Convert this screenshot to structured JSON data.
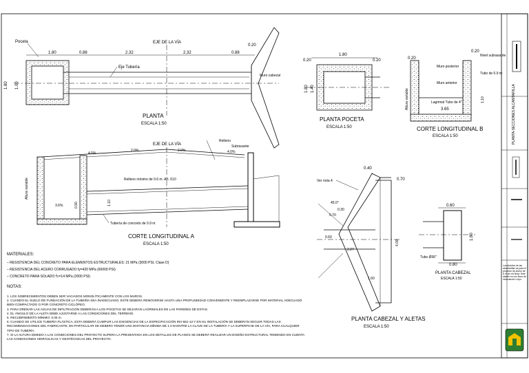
{
  "plan": {
    "title": "PLANTA",
    "scale": "ESCALA 1:50",
    "axis_label": "EJE DE LA VÍA",
    "pocet_label": "Poceta",
    "tube_label": "Eje Tubería",
    "wall_label": "Muro cabezal",
    "dims": [
      "1.80",
      "0.88",
      "2.32",
      "2.32",
      "0.88",
      "0.20"
    ],
    "vert_dims": [
      "1.80",
      "1.00"
    ]
  },
  "pocet_plan": {
    "title": "PLANTA POCETA",
    "scale": "ESCALA 1:50",
    "dims": [
      "1.80",
      "0.20",
      "0.20"
    ],
    "vert_dims": [
      "1.80",
      "1.40"
    ]
  },
  "section_b": {
    "title": "CORTE LONGITUDINAL B",
    "scale": "ESCALA 1:50",
    "labels": [
      "Muro posterior",
      "Muro anterior",
      "Lagrimal Tubo de 4\"",
      "Nivel subrasante",
      "Tubo de 0.9 m"
    ],
    "dims": [
      "0.20",
      "3.65",
      "0.20"
    ],
    "vert_dims": [
      "Altura variable",
      "1.10"
    ]
  },
  "section_a": {
    "title": "CORTE LONGITUDINAL A",
    "scale": "ESCALA 1:50",
    "axis_label": "EJE DE LA VÍA",
    "labels": [
      "Relleno",
      "Subrasante",
      "Relleno mínimo de 0.6 m. Art. 610",
      "Tubería de concreto de 0.9 m"
    ],
    "slopes": [
      "4.0%",
      "2.0%",
      "2.0%",
      "4.0%",
      "3.6%"
    ],
    "vert_dims": [
      "Altura variable",
      "1.10",
      "0.90"
    ]
  },
  "headwall": {
    "title": "PLANTA CABEZAL Y ALETAS",
    "scale": "ESCALA 1:50",
    "labels": [
      "Ver nota 4"
    ],
    "dims": [
      "0.40",
      "0.70",
      "45.0°",
      "0.30",
      "0.70",
      "0.60",
      "2.27",
      "4.09",
      "1.60"
    ]
  },
  "headwall_plan": {
    "title": "PLANTA CABEZAL",
    "scale": "ESCALA 1:50",
    "labels": [
      "Tubo Ø36\""
    ],
    "dims": [
      "0.60",
      "0.80",
      "1.80"
    ]
  },
  "materials": {
    "heading": "MATERIALES:",
    "items": [
      "RESISTENCIA DEL CONCRETO PARA ELEMENTOS ESTRUCTURALES: 21 MPa (3000 PSI, Clase D)",
      "RESISTENCIA DEL ACERO CORRUGADO fy=420 MPa (60000 PSI)",
      "CONCRETO PARA SOLADO f'c=14 MPa (2000 PSI)"
    ]
  },
  "notes": {
    "heading": "NOTAS:",
    "items": [
      {
        "num": "1.",
        "text": "LOS SOBRECIMIENTOS DEBEN SER VACIADOS MONOLÍTICAMENTE CON LOS MUROS."
      },
      {
        "num": "2.",
        "text": "CUANDO EL SUELO DE FUNDACIÓN DE LA TUBERÍA SEA INADECUADO, ESTE DEBERÁ REMOVERSE HASTA UNA PROFUNDIDAD CONVENIENTE Y REEMPLAZARSE POR MATERIAL ADECUADO BIEN COMPACTADO O POR CONCRETO CICLÓPEO."
      },
      {
        "num": "3.",
        "text": "PARA DRENAR LAS AGUAS DE INFILTRACIÓN DEBERÁN A LOS POCETAS SE DEJARAN LAGRIMALES EN LAS PAREDES DE ESTAS."
      },
      {
        "num": "4.",
        "text": "EL ÁNGULO DE LA ALETA DEBE AJUSTARSE A LAS CONDICIONES DEL TERRENO."
      },
      {
        "num": "5.",
        "text": "RECUBRIMIENTO MÍNIMO: 0.05 m."
      },
      {
        "num": "6.",
        "text": "CUANDO SE UTILICE TUBERÍA PLÁSTICA, ESTA DEBERÁ CUMPLIR LAS EXIGENCIAS DE LA ESPECIFICACIÓN INV-661-13 Y EN SU INSTALACIÓN SE DEBERÁN SEGUIR TODAS LAS RECOMENDACIONES DEL FABRICANTE. EN PARTICULAR SE DEBERÁ TENER UNA DISTANCIA MÍNIMA DE 1.0 M ENTRE LA CLAVE DE LA TUBERÍA Y LA SUPERFICIE DE LA VÍA, PARA CUALQUIER TIPO DE TUBERÍA."
      },
      {
        "num": "7.",
        "text": "SI LA ALTURA DEBIDO A LAS CONDICIONES DEL PROYECTO SUPERA LA PRESENTADA EN LOS DETALLES DE PLANOS SE DEBERÁ REALIZAR UN DISEÑO ESTRUCTURAL TENIENDO EN CUENTA LAS CONDICIONES HIDRÁULICAS Y GEOTÉCNICAS DEL PROYECTO."
      }
    ]
  },
  "title_block": {
    "sheet_title": "PLANTA-SECCIONES ALCANTARILLA",
    "note": "Los diseños de las alcantarillas es para el proyecto de ancho de 6 m de vía Nota: Este diseño es con fines de información o tipo",
    "colors": {
      "logo_green": "#2e7d32",
      "logo_yellow": "#f2c200"
    }
  }
}
